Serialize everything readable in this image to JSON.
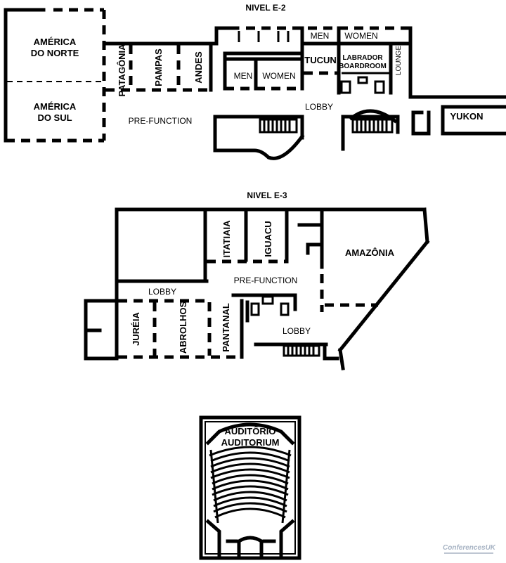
{
  "e2": {
    "title": "NIVEL E-2",
    "america_norte": [
      "AMÉRICA",
      "DO NORTE"
    ],
    "america_sul": [
      "AMÉRICA",
      "DO SUL"
    ],
    "patagonia": "PATAGÔNIA",
    "pampas": "PAMPAS",
    "andes": "ANDES",
    "men_top": "MEN",
    "women_top": "WOMEN",
    "tucun": "TUCUN",
    "labrador": [
      "LABRADOR",
      "BOARDROOM"
    ],
    "lounge": "LOUNGE",
    "men_low": "MEN",
    "women_low": "WOMEN",
    "lobby": "LOBBY",
    "prefunction": "PRE-FUNCTION",
    "yukon": "YUKON"
  },
  "e3": {
    "title": "NIVEL E-3",
    "itatiaia": "ITATIAIA",
    "iguacu": "IGUACU",
    "amazonia": "AMAZÔNIA",
    "prefunction": "PRE-FUNCTION",
    "lobby_left": "LOBBY",
    "lobby_right": "LOBBY",
    "jureia": "JURÉIA",
    "abrolhos": "ABROLHOS",
    "pantanal": "PANTANAL"
  },
  "auditorium": {
    "name_pt": "AUDITÔRIO",
    "name_en": "AUDITORIUM"
  },
  "watermark": "ConferencesUK"
}
